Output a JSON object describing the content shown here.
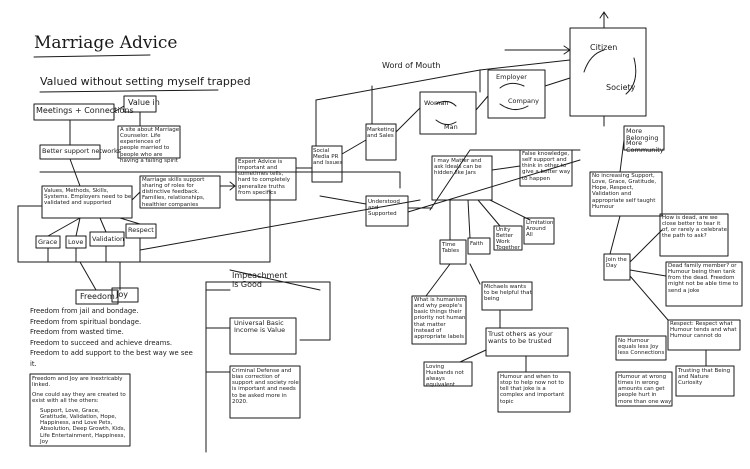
{
  "title": "Marriage Advice",
  "subtitle": "Valued without setting myself trapped",
  "nodes": {
    "meetings": "Meetings + Connections",
    "value_in": "Value in",
    "better_support": "Better support networks",
    "marriage_note": "A site about Marriage Counselor. Life experiences of people married to people who are having a failing spirit",
    "values_network": "Values, Methods, Skills, Systems. Employers need to be validated and supported",
    "marriage_spirit": "Marriage skills support sharing of roles for distinctive feedback. Families, relationships, healthier companies",
    "grace": "Grace",
    "love": "Love",
    "validation": "Validation",
    "respect": "Respect",
    "freedom": "Freedom",
    "joy": "Joy",
    "expert_advice": "Expert Advice is important and sometimes tells, hard to completely generalize truths from specifics",
    "social_media": "Social Media PR and Issues",
    "marketing": "Marketing and Sales",
    "word_of_mouth": "Word of Mouth",
    "woman": "Woman",
    "man": "Man",
    "employer": "Employer",
    "company": "Company",
    "citizen": "Citizen",
    "society": "Society",
    "more_belonging": "More Belonging",
    "more_community": "More Community",
    "understood": "Understood and Supported",
    "i_may_matter": "I may Matter and ask Ideals can be hidden like Jars",
    "fake_knowledge": "False knowledge, self support and think in other to give a better way to happen",
    "time_table": "Time Tables",
    "faith": "Faith",
    "unity": "Unity Better Work Together",
    "limitation": "Limitation Around All",
    "increase_support": "No increasing Support, Love, Grace, Gratitude, Hope, Respect, Validation and appropriate self taught Humour",
    "join_day": "Join the Day",
    "how_i_dead": "How is dead, are we close better to tear it of, or rarely a celebrate the path to ask?",
    "dead_family": "Dead family member? or Humour being then tank from the dead. Freedom might not be able time to send a joke",
    "respect_respect": "Respect: Respect what Humour tends and what Humour cannot do",
    "trusting": "Trusting that Being and Nature Curiosity",
    "impeachment": "Impeachment is Good",
    "universal_basic": "Universal Basic Income is Value",
    "criminal": "Criminal Defense and bias correction of support and society role is important and needs to be asked more in 2020.",
    "freedom_list": "Freedom from jail and bondage.\nFreedom from spiritual bondage.\nFreedom from wasted time.\nFreedom to succeed and achieve dreams.\nFreedom to add support to the best way we see it.",
    "freedom_joy": "Freedom and Joy are inextricably linked.",
    "one_could": "One could say they are created to exist with all the others:",
    "support_list": "Support, Love, Grace, Gratitude, Validation, Hope, Happiness, and Love Pets, Absolution, Deep Growth, Kids, Life Entertainment, Happiness, Joy",
    "what_is": "What is humanism and why people's basic things their priority not human that matter instead of appropriate labels",
    "michaels": "Michaels wants to be helpful that being",
    "trust_others": "Trust others as your wants to be trusted",
    "loving": "Loving Husbands not always equivalent",
    "humour_ask": "Humour and when to stop to help now not to tell that joke is a complex and important topic",
    "no_humour": "No Humour equals less Joy less Connections",
    "humour_time": "Humour at wrong times in wrong amounts can get people hurt in more than one way"
  }
}
